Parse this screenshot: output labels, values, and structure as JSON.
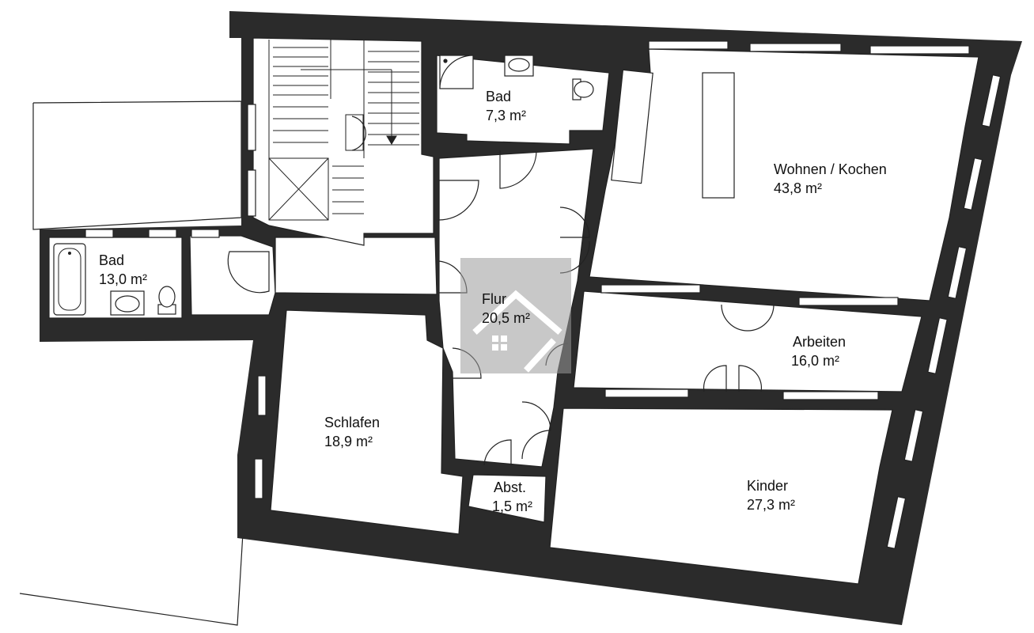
{
  "rooms": [
    {
      "id": "bad-large",
      "name": "Bad",
      "area": "13,0 m²"
    },
    {
      "id": "bad-small",
      "name": "Bad",
      "area": "7,3 m²"
    },
    {
      "id": "wohnen",
      "name": "Wohnen / Kochen",
      "area": "43,8 m²"
    },
    {
      "id": "flur",
      "name": "Flur",
      "area": "20,5 m²"
    },
    {
      "id": "arbeiten",
      "name": "Arbeiten",
      "area": "16,0 m²"
    },
    {
      "id": "schlafen",
      "name": "Schlafen",
      "area": "18,9 m²"
    },
    {
      "id": "abst",
      "name": "Abst.",
      "area": "1,5 m²"
    },
    {
      "id": "kinder",
      "name": "Kinder",
      "area": "27,3 m²"
    }
  ],
  "colors": {
    "wall": "#2b2b2b",
    "watermark": "#9a9a9a",
    "background": "#ffffff"
  },
  "icons": [
    "house-watermark-icon",
    "bathtub-icon",
    "shower-icon",
    "sink-icon",
    "toilet-icon",
    "door-swing-icon",
    "window-icon",
    "staircase-icon"
  ]
}
